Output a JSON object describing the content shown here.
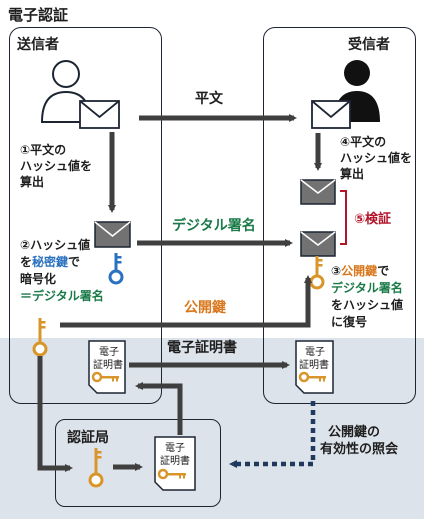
{
  "title": "電子認証",
  "sender": {
    "label": "送信者",
    "step1": [
      "①平文の",
      "ハッシュ値を",
      "算出"
    ],
    "step2": {
      "line1": "②ハッシュ値",
      "line2_pre": "を",
      "line2_key": "秘密鍵",
      "line2_post": "で",
      "line3": "暗号化",
      "line4": "＝デジタル署名"
    }
  },
  "receiver": {
    "label": "受信者",
    "step4": [
      "④平文の",
      "ハッシュ値を",
      "算出"
    ],
    "step5": "⑤検証",
    "step3": {
      "line1_pre": "③",
      "line1_key": "公開鍵",
      "line1_post": "で",
      "line2": "デジタル署名",
      "line3": "をハッシュ値",
      "line4": "に復号"
    }
  },
  "arrows": {
    "plaintext": "平文",
    "digital_signature": "デジタル署名",
    "public_key": "公開鍵",
    "certificate": "電子証明書",
    "validity_query": [
      "公開鍵の",
      "有効性の照会"
    ]
  },
  "ca": {
    "label": "認証局"
  },
  "certificate_doc": [
    "電子",
    "証明書"
  ],
  "colors": {
    "arrow": "#3f3f3f",
    "envelope_gray": "#727272",
    "secret_key": "#2a72c0",
    "public_key": "#d9952a",
    "signature_text": "#1a7a48",
    "verify_text": "#b3142a",
    "bottom_band": "#dde3ea",
    "dotted_arrow": "#1f3a5c"
  },
  "icons": [
    "person-outline-icon",
    "person-filled-icon",
    "envelope-icon",
    "key-icon",
    "certificate-icon",
    "bracket-icon"
  ]
}
